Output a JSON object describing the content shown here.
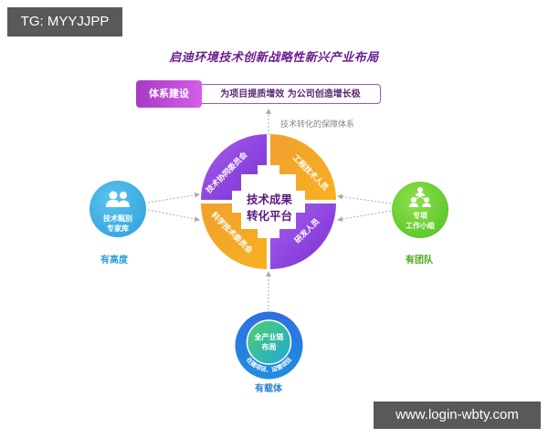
{
  "watermarks": {
    "top_left": "TG: MYYJJPP",
    "bottom_right": "www.login-wbty.com"
  },
  "diagram": {
    "title": "启迪环境技术创新战略性新兴产业布局",
    "system_bar": {
      "tag": "体系建设",
      "text": "为项目提质增效  为公司创造增长极",
      "tag_color": "#b94ad6",
      "border_color": "#9a55c0"
    },
    "guarantee_label": "技术转化的保障体系",
    "center": {
      "line1": "技术成果",
      "line2": "转化平台",
      "color": "#5a1a80"
    },
    "ring_segments": [
      {
        "label": "技术协同委员会",
        "position": "top-left",
        "color": "#8a3fd8"
      },
      {
        "label": "工程技术人员",
        "position": "top-right",
        "color": "#f5a21a"
      },
      {
        "label": "研发人员",
        "position": "bottom-right",
        "color": "#8a3fd8"
      },
      {
        "label": "科学技术委员会",
        "position": "bottom-left",
        "color": "#f5a21a"
      }
    ],
    "nodes": {
      "left": {
        "icon": "people-icon",
        "line1": "技术甄别",
        "line2": "专家库",
        "caption": "有高度",
        "color": "#2a9ddb"
      },
      "right": {
        "icon": "team-hierarchy-icon",
        "line1": "专项",
        "line2": "工作小组",
        "caption": "有团队",
        "color": "#4fbf22"
      },
      "bottom": {
        "line1": "全产业链",
        "line2": "布局",
        "ring_text": "在建项目、运营项目",
        "caption": "有载体",
        "color": "#2a7fd0"
      }
    }
  }
}
